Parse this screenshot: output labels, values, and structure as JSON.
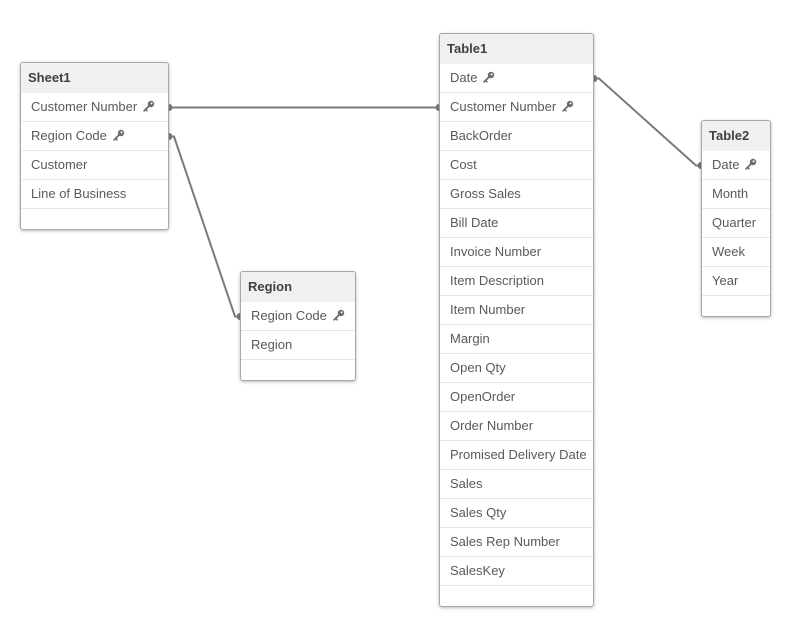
{
  "colors": {
    "link": "#7a7a7a",
    "header_bg": "#f0f0f0",
    "field_text": "#595959",
    "header_text": "#404040",
    "border": "#a8a8a8",
    "key_icon": "#6b6b6b"
  },
  "tables": [
    {
      "id": "sheet1",
      "title": "Sheet1",
      "fields": [
        {
          "label": "Customer Number",
          "key": true
        },
        {
          "label": "Region Code",
          "key": true
        },
        {
          "label": "Customer",
          "key": false
        },
        {
          "label": "Line of Business",
          "key": false
        }
      ]
    },
    {
      "id": "region",
      "title": "Region",
      "fields": [
        {
          "label": "Region Code",
          "key": true
        },
        {
          "label": "Region",
          "key": false
        }
      ]
    },
    {
      "id": "table1",
      "title": "Table1",
      "fields": [
        {
          "label": "Date",
          "key": true
        },
        {
          "label": "Customer Number",
          "key": true
        },
        {
          "label": "BackOrder",
          "key": false
        },
        {
          "label": "Cost",
          "key": false
        },
        {
          "label": "Gross Sales",
          "key": false
        },
        {
          "label": "Bill Date",
          "key": false
        },
        {
          "label": "Invoice Number",
          "key": false
        },
        {
          "label": "Item Description",
          "key": false
        },
        {
          "label": "Item Number",
          "key": false
        },
        {
          "label": "Margin",
          "key": false
        },
        {
          "label": "Open Qty",
          "key": false
        },
        {
          "label": "OpenOrder",
          "key": false
        },
        {
          "label": "Order Number",
          "key": false
        },
        {
          "label": "Promised Delivery Date",
          "key": false
        },
        {
          "label": "Sales",
          "key": false
        },
        {
          "label": "Sales Qty",
          "key": false
        },
        {
          "label": "Sales Rep Number",
          "key": false
        },
        {
          "label": "SalesKey",
          "key": false
        }
      ]
    },
    {
      "id": "table2",
      "title": "Table2",
      "fields": [
        {
          "label": "Date",
          "key": true
        },
        {
          "label": "Month",
          "key": false
        },
        {
          "label": "Quarter",
          "key": false
        },
        {
          "label": "Week",
          "key": false
        },
        {
          "label": "Year",
          "key": false
        }
      ]
    }
  ],
  "links": [
    {
      "from_table": "sheet1",
      "from_field": "Customer Number",
      "to_table": "table1",
      "to_field": "Customer Number"
    },
    {
      "from_table": "sheet1",
      "from_field": "Region Code",
      "to_table": "region",
      "to_field": "Region Code"
    },
    {
      "from_table": "table1",
      "from_field": "Date",
      "to_table": "table2",
      "to_field": "Date"
    }
  ]
}
